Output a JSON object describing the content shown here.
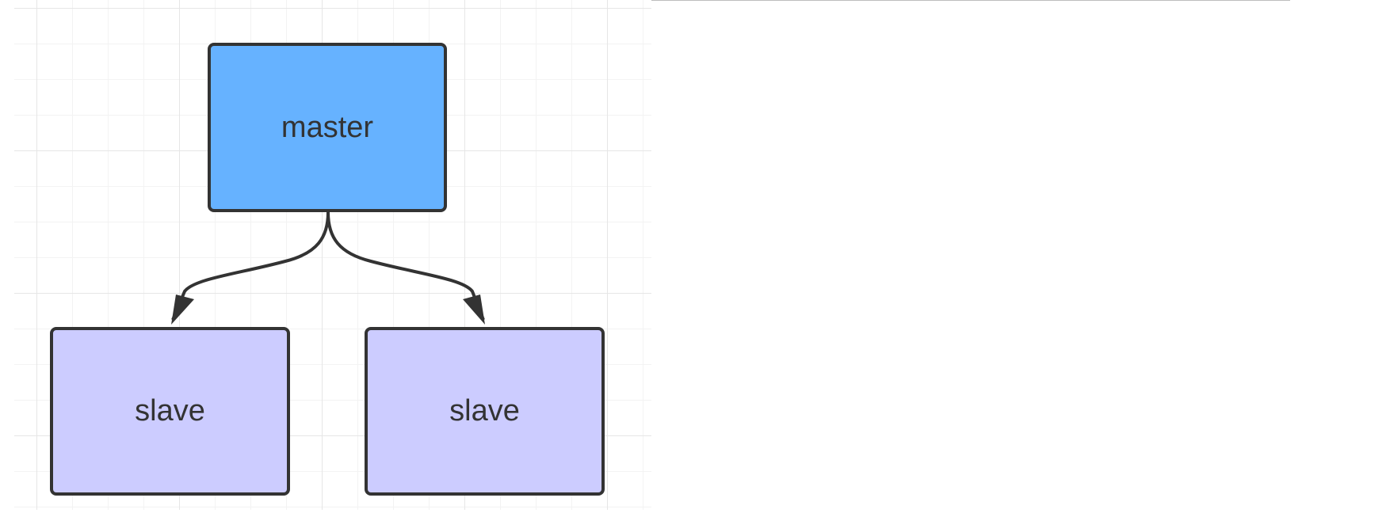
{
  "diagram": {
    "nodes": [
      {
        "id": "master",
        "label": "master",
        "fill": "#66b2ff"
      },
      {
        "id": "slave-left",
        "label": "slave",
        "fill": "#ccccff"
      },
      {
        "id": "slave-right",
        "label": "slave",
        "fill": "#ccccff"
      }
    ],
    "edges": [
      {
        "from": "master",
        "to": "slave-left"
      },
      {
        "from": "master",
        "to": "slave-right"
      }
    ],
    "colors": {
      "stroke": "#333333",
      "grid_major": "#e6e6e6",
      "grid_minor": "#f3f3f3"
    }
  }
}
